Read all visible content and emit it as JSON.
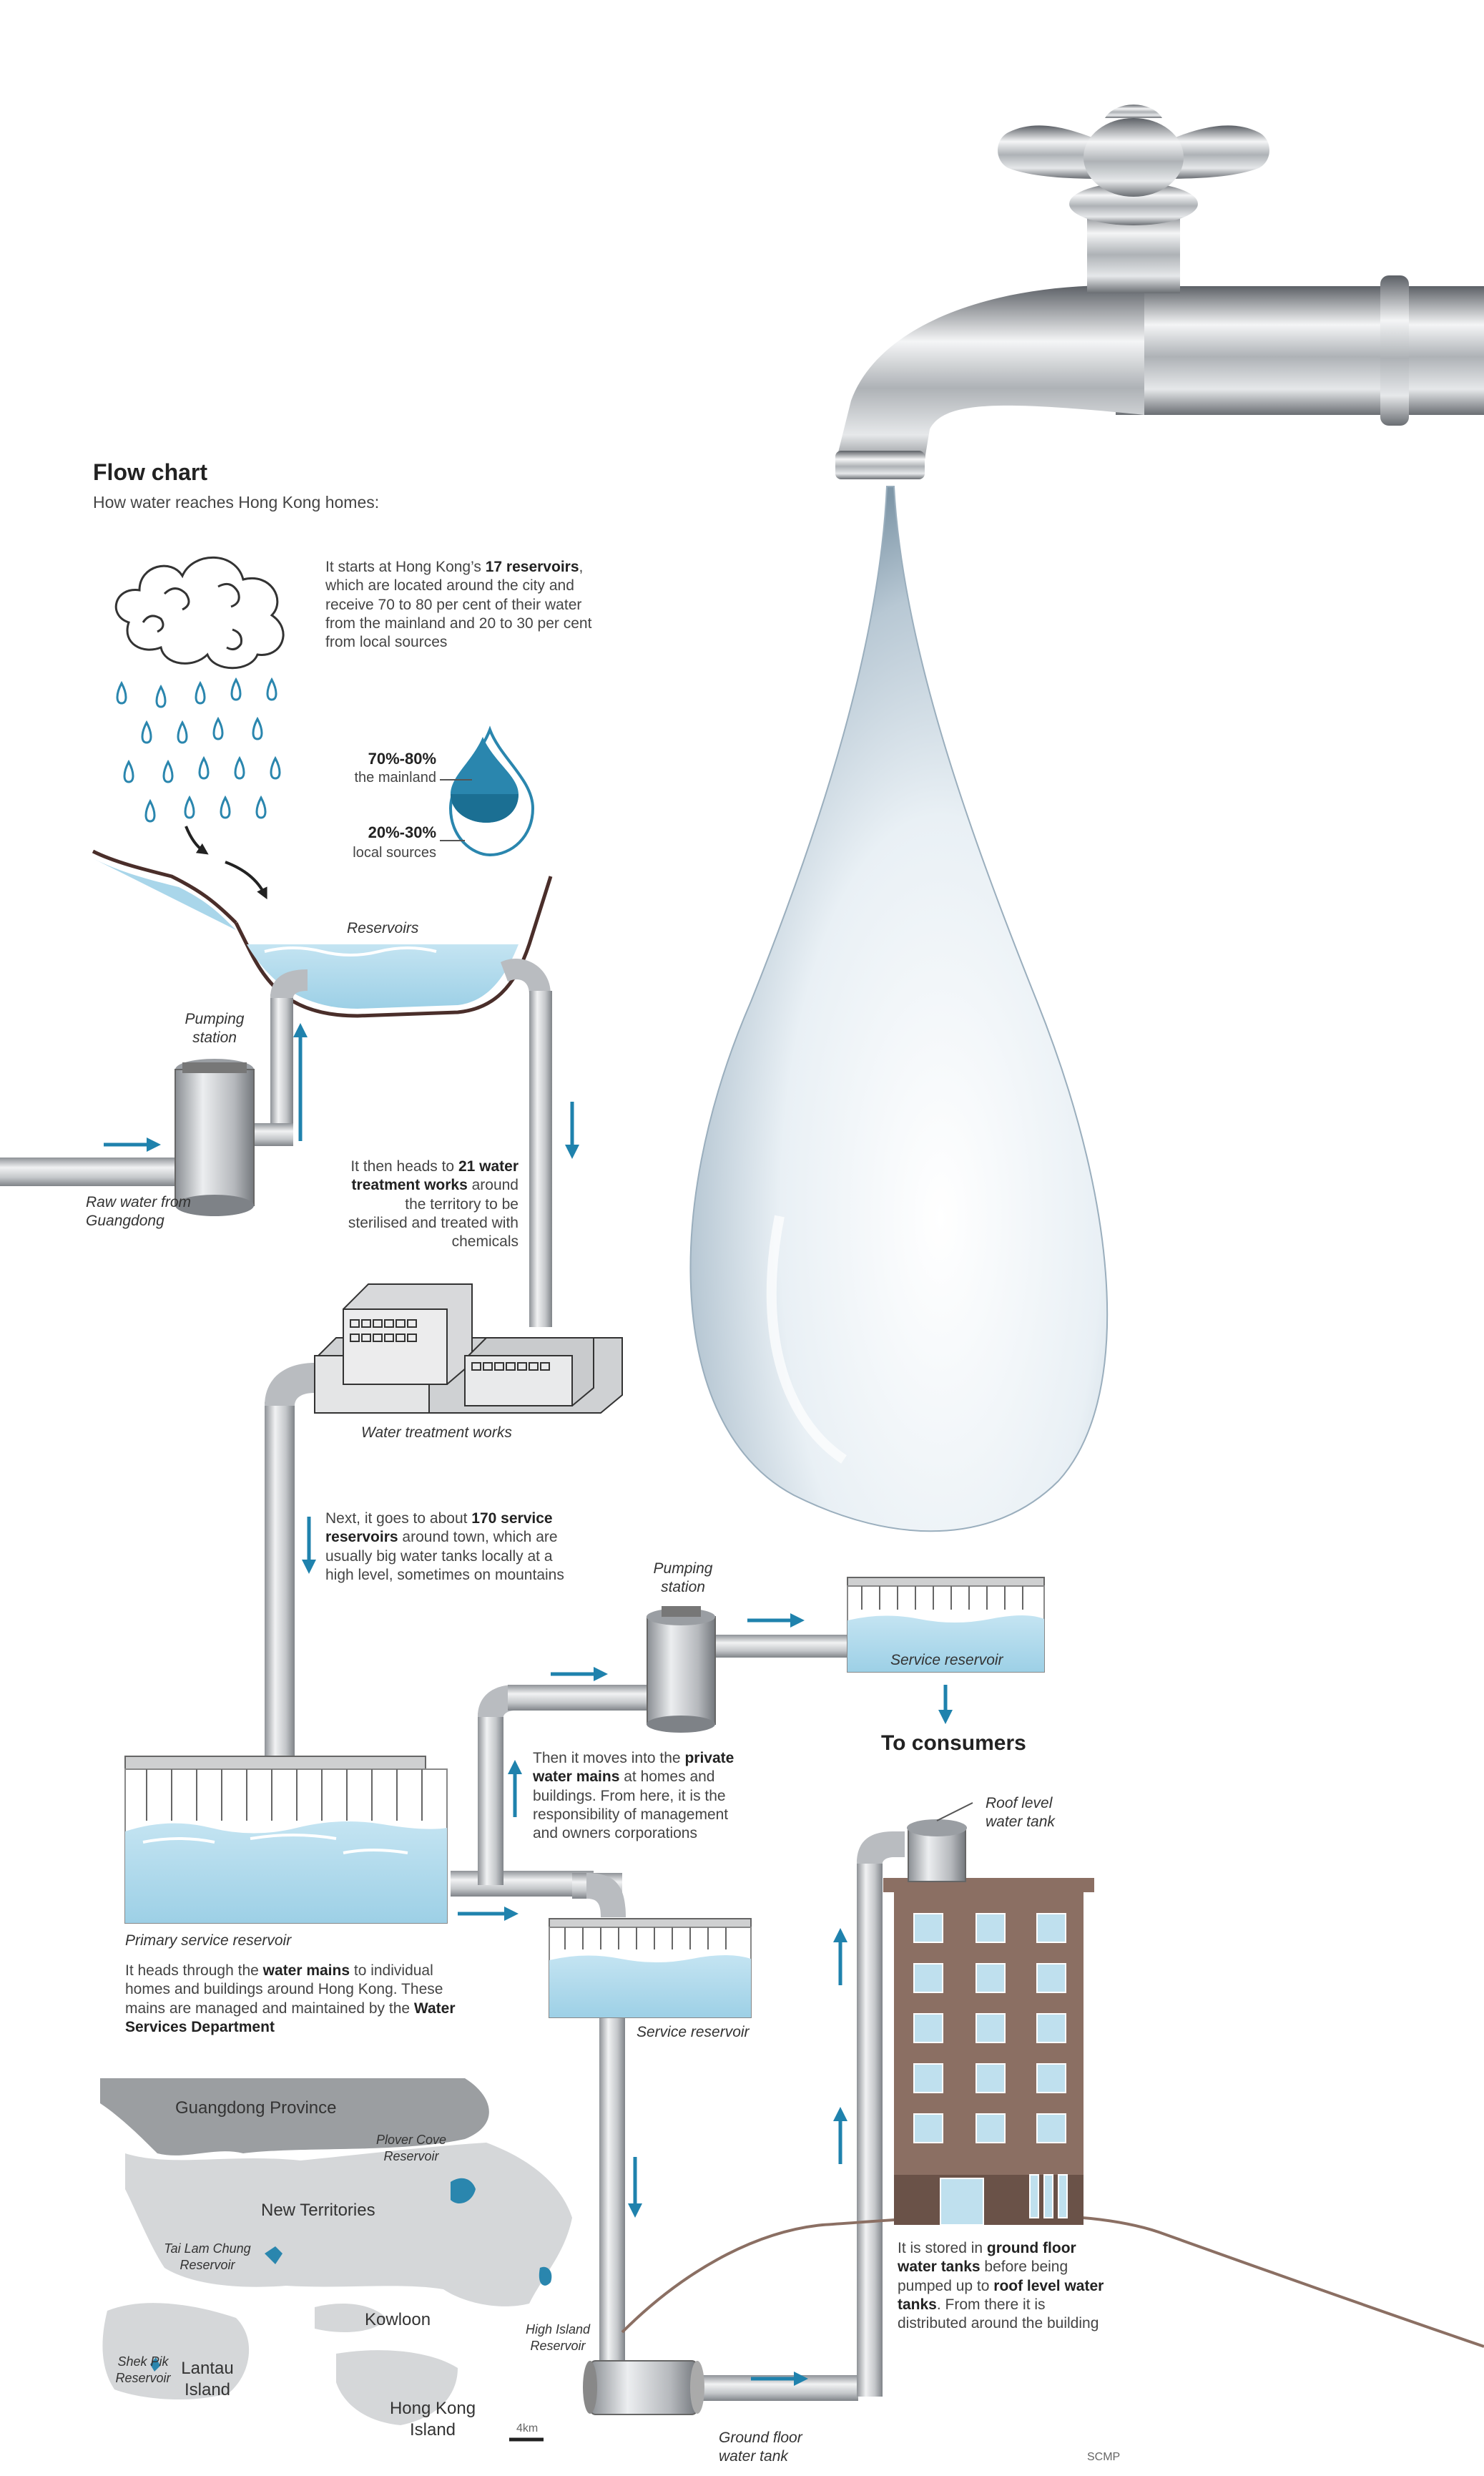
{
  "title": "Flow chart",
  "subtitle": "How water reaches Hong Kong homes:",
  "step1": {
    "pre": "It starts at Hong Kong’s ",
    "bold": "17 reservoirs",
    "post": ", which are located around the city and receive 70 to 80 per cent of their water from the mainland and 20 to 30 per cent from local sources"
  },
  "drop_legend": {
    "pct1": "70%-80%",
    "label1": "the mainland",
    "pct2": "20%-30%",
    "label2": "local sources"
  },
  "labels": {
    "reservoirs": "Reservoirs",
    "pumping1": "Pumping station",
    "raw_water": "Raw water from Guangdong",
    "treatment": "Water treatment works",
    "pumping2": "Pumping station",
    "service_top": "Service reservoir",
    "consumers": "To consumers",
    "primary": "Primary service reservoir",
    "service_mid": "Service reservoir",
    "roof_tank": "Roof level water tank",
    "ground_tank": "Ground floor water tank"
  },
  "step2": {
    "pre": "It then heads to ",
    "bold": "21 water treatment works",
    "post": " around the territory to be sterilised and treated with chemicals"
  },
  "step3": {
    "pre": "Next, it goes to about ",
    "bold": "170 service reservoirs",
    "post": " around town, which are usually big water tanks locally at a high level, sometimes on mountains"
  },
  "step4": {
    "pre": "Then it moves into the ",
    "bold": "private water mains",
    "post": " at homes and buildings. From here, it is the responsibility of management and owners corporations"
  },
  "step5": {
    "pre": "It heads through the ",
    "bold": "water mains",
    "mid": " to individual homes and buildings around Hong Kong. These mains are managed and maintained by the ",
    "bold2": "Water Services Department"
  },
  "step6": {
    "pre": "It is stored in ",
    "bold": "ground floor water tanks",
    "mid": " before being pumped up to ",
    "bold2": "roof level water tanks",
    "post": ". From there it is distributed around the building"
  },
  "map": {
    "guangdong": "Guangdong Province",
    "new_territories": "New Territories",
    "kowloon": "Kowloon",
    "lantau": "Lantau Island",
    "hk_island": "Hong Kong Island",
    "plover": "Plover Cove Reservoir",
    "tai_lam": "Tai Lam Chung Reservoir",
    "high_island": "High Island Reservoir",
    "shek_pik": "Shek Pik Reservoir",
    "scale": "4km"
  },
  "credit": "SCMP",
  "colors": {
    "water": "#a9d6ea",
    "arrow": "#1f82ad",
    "pipe": "#b9bcc0",
    "building": "#8b6f63",
    "drop_blue": "#2a86ae"
  }
}
